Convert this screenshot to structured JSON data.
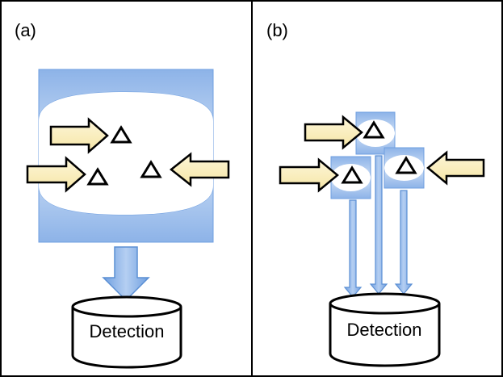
{
  "panels": [
    {
      "label": "(a)",
      "detector_label": "Detection"
    },
    {
      "label": "(b)",
      "detector_label": "Detection"
    }
  ],
  "colors": {
    "frame": "#000000",
    "blue_light": "#cfe0f6",
    "blue_mid": "#8db3e8",
    "blue_dark": "#5b8fd4",
    "arrow_fill": "#fcf3cf",
    "arrow_stroke": "#000000",
    "triangle_stroke": "#000000"
  },
  "icons": {
    "excitation_arrow": "right-arrow-icon",
    "emitter": "triangle-icon",
    "detector": "cylinder-icon"
  }
}
